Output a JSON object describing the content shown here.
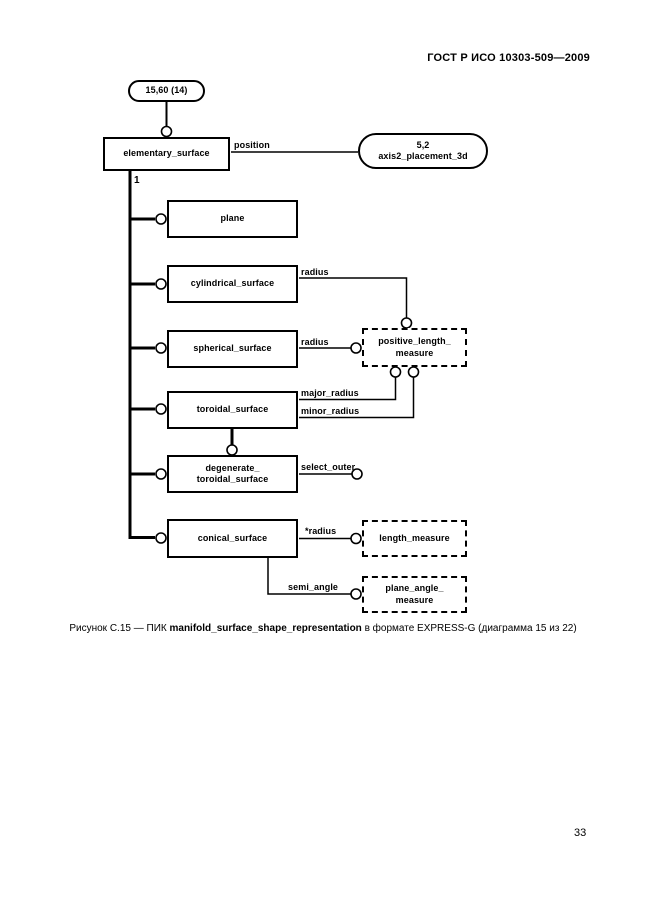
{
  "header": {
    "title": "ГОСТ Р ИСО 10303-509—2009"
  },
  "footer": {
    "page_number": "33"
  },
  "caption": {
    "prefix": "Рисунок С.15 — ПИК ",
    "bold": "manifold_surface_shape_representation",
    "suffix": " в формате EXPRESS-G (диаграмма 15 из 22)"
  },
  "diagram": {
    "page_ref": "15,60 (14)",
    "cardinality": "1",
    "entities": {
      "elementary_surface": "elementary_surface",
      "plane": "plane",
      "cylindrical_surface": "cylindrical_surface",
      "spherical_surface": "spherical_surface",
      "toroidal_surface": "toroidal_surface",
      "degenerate_line1": "degenerate_",
      "degenerate_line2": "toroidal_surface",
      "conical_surface": "conical_surface"
    },
    "refs": {
      "axis2_line1": "5,2",
      "axis2_line2": "axis2_placement_3d",
      "plm_line1": "positive_length_",
      "plm_line2": "measure",
      "length_measure": "length_measure",
      "pam_line1": "plane_angle_",
      "pam_line2": "measure"
    },
    "attributes": {
      "position": "position",
      "radius_cylindrical": "radius",
      "radius_spherical": "radius",
      "major_radius": "major_radius",
      "minor_radius": "minor_radius",
      "select_outer": "select_outer",
      "star_radius": "*radius",
      "semi_angle": "semi_angle"
    }
  }
}
